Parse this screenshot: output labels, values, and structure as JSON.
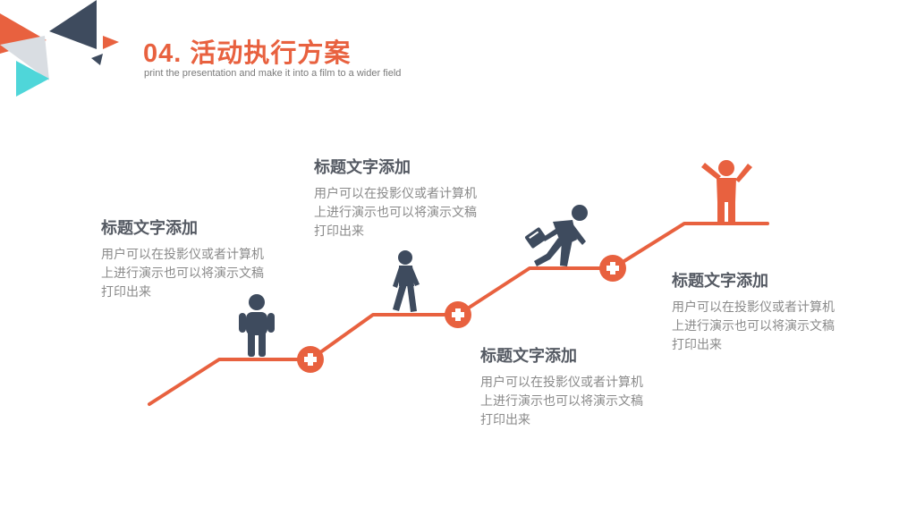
{
  "header": {
    "title": "04. 活动执行方案",
    "subtitle": "print the presentation and make it into a film to a wider field"
  },
  "blocks": [
    {
      "title": "标题文字添加",
      "body": "用户可以在投影仪或者计算机上进行演示也可以将演示文稿打印出来"
    },
    {
      "title": "标题文字添加",
      "body": "用户可以在投影仪或者计算机上进行演示也可以将演示文稿打印出来"
    },
    {
      "title": "标题文字添加",
      "body": "用户可以在投影仪或者计算机上进行演示也可以将演示文稿打印出来"
    },
    {
      "title": "标题文字添加",
      "body": "用户可以在投影仪或者计算机上进行演示也可以将演示文稿打印出来"
    }
  ],
  "colors": {
    "accent": "#e8613f",
    "dark": "#3e4b5e",
    "teal": "#4fd6d9",
    "light_gray": "#d9dde2"
  },
  "icons": [
    "plus-icon",
    "person-standing-icon",
    "person-walking-icon",
    "person-briefcase-running-icon",
    "person-arms-raised-icon"
  ]
}
